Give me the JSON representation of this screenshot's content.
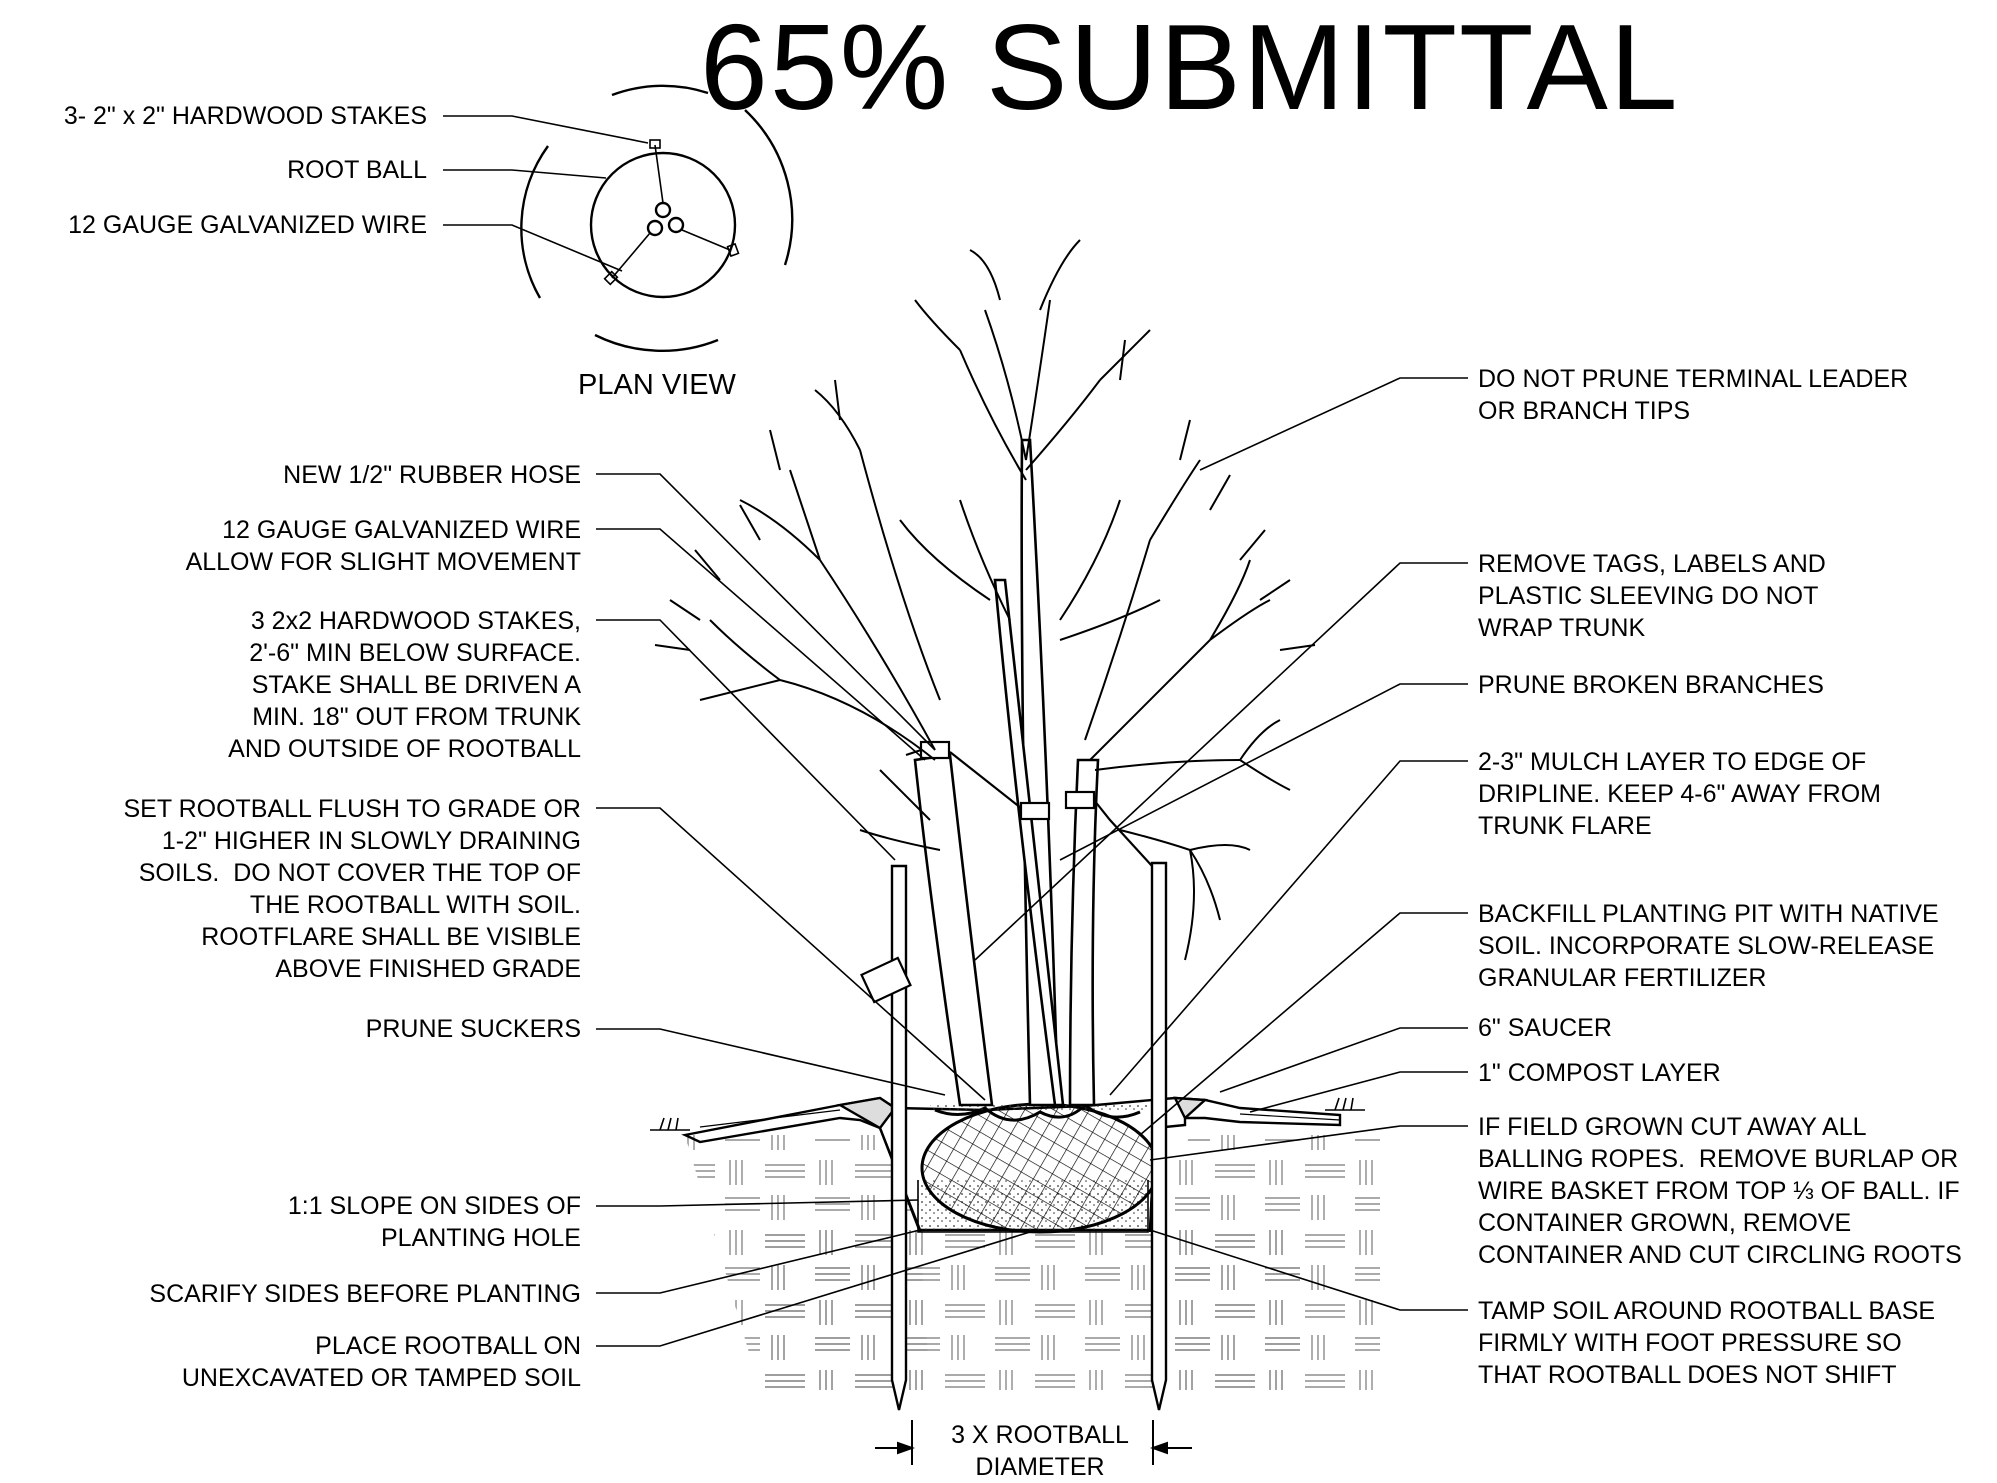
{
  "title": "65% SUBMITTAL",
  "plan_view": {
    "caption": "PLAN VIEW",
    "labels": {
      "stakes": "3- 2\" x 2\" HARDWOOD STAKES",
      "root_ball": "ROOT BALL",
      "wire": "12 GAUGE GALVANIZED WIRE"
    }
  },
  "left_notes": {
    "hose": "NEW 1/2\" RUBBER HOSE",
    "wire": "12 GAUGE GALVANIZED WIRE\nALLOW FOR SLIGHT MOVEMENT",
    "stakes": "3 2x2 HARDWOOD STAKES,\n2'-6\" MIN BELOW SURFACE.\nSTAKE SHALL BE DRIVEN A\nMIN. 18\" OUT FROM TRUNK\nAND OUTSIDE OF ROOTBALL",
    "set_rootball": "SET ROOTBALL FLUSH TO GRADE OR\n1-2\" HIGHER IN SLOWLY DRAINING\nSOILS.  DO NOT COVER THE TOP OF\nTHE ROOTBALL WITH SOIL.\nROOTFLARE SHALL BE VISIBLE\nABOVE FINISHED GRADE",
    "suckers": "PRUNE SUCKERS",
    "slope": "1:1 SLOPE ON SIDES OF\nPLANTING HOLE",
    "scarify": "SCARIFY SIDES BEFORE PLANTING",
    "place_rootball": "PLACE ROOTBALL ON\nUNEXCAVATED OR TAMPED SOIL"
  },
  "right_notes": {
    "leader": "DO NOT PRUNE TERMINAL LEADER\nOR BRANCH TIPS",
    "tags": "REMOVE TAGS, LABELS AND\nPLASTIC SLEEVING DO NOT\nWRAP TRUNK",
    "broken": "PRUNE BROKEN BRANCHES",
    "mulch": "2-3\" MULCH LAYER TO EDGE OF\nDRIPLINE. KEEP 4-6\" AWAY FROM\nTRUNK FLARE",
    "backfill": "BACKFILL PLANTING PIT WITH NATIVE\nSOIL. INCORPORATE SLOW-RELEASE\nGRANULAR FERTILIZER",
    "saucer": "6\" SAUCER",
    "compost": "1\" COMPOST LAYER",
    "field_grown": "IF FIELD GROWN CUT AWAY ALL\nBALLING ROPES.  REMOVE BURLAP OR\nWIRE BASKET FROM TOP ⅓ OF BALL. IF\nCONTAINER GROWN, REMOVE\nCONTAINER AND CUT CIRCLING ROOTS",
    "tamp": "TAMP SOIL AROUND ROOTBALL BASE\nFIRMLY WITH FOOT PRESSURE SO\nTHAT ROOTBALL DOES NOT SHIFT"
  },
  "dimension": "3 X ROOTBALL\nDIAMETER"
}
